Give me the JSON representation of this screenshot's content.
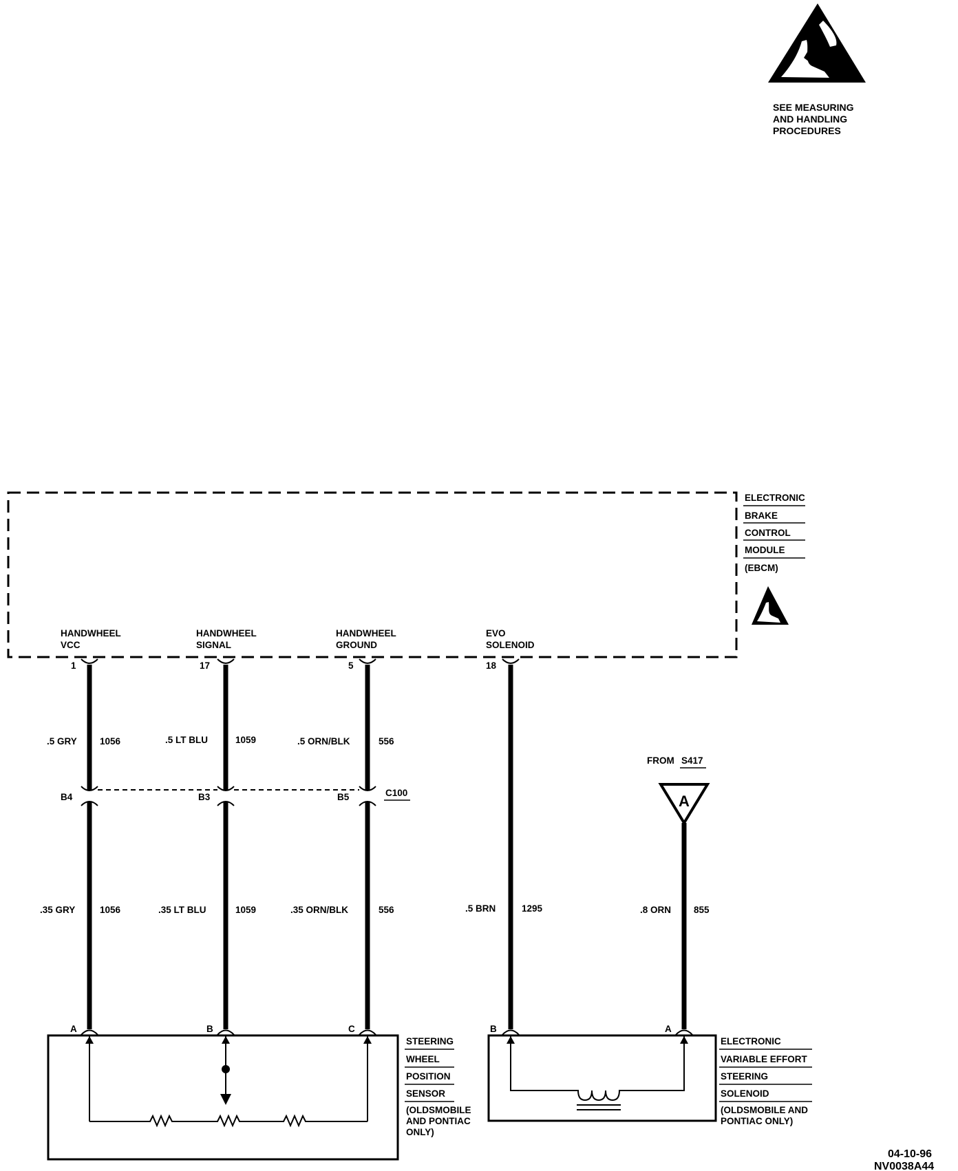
{
  "esd_notice": {
    "lines": [
      "SEE MEASURING",
      "AND HANDLING",
      "PROCEDURES"
    ]
  },
  "ebcm": {
    "name_lines": [
      "ELECTRONIC",
      "BRAKE",
      "CONTROL",
      "MODULE",
      "(EBCM)"
    ],
    "pins": [
      {
        "label_lines": [
          "HANDWHEEL",
          "VCC"
        ],
        "pin": "1"
      },
      {
        "label_lines": [
          "HANDWHEEL",
          "SIGNAL"
        ],
        "pin": "17"
      },
      {
        "label_lines": [
          "HANDWHEEL",
          "GROUND"
        ],
        "pin": "5"
      },
      {
        "label_lines": [
          "EVO",
          "SOLENOID"
        ],
        "pin": "18"
      }
    ]
  },
  "upper_wires": [
    {
      "color": ".5 GRY",
      "circuit": "1056"
    },
    {
      "color": ".5 LT BLU",
      "circuit": "1059"
    },
    {
      "color": ".5 ORN/BLK",
      "circuit": "556"
    }
  ],
  "connector_c100": {
    "name": "C100",
    "pins": [
      "B4",
      "B3",
      "B5"
    ]
  },
  "lower_wires": [
    {
      "color": ".35 GRY",
      "circuit": "1056"
    },
    {
      "color": ".35 LT BLU",
      "circuit": "1059"
    },
    {
      "color": ".35 ORN/BLK",
      "circuit": "556"
    },
    {
      "color": ".5 BRN",
      "circuit": "1295"
    },
    {
      "color": ".8 ORN",
      "circuit": "855"
    }
  ],
  "source": {
    "prefix": "FROM",
    "splice": "S417",
    "symbol": "A"
  },
  "sensor": {
    "name_lines": [
      "STEERING",
      "WHEEL",
      "POSITION",
      "SENSOR",
      "(OLDSMOBILE",
      "AND PONTIAC",
      "ONLY)"
    ],
    "pins": [
      "A",
      "B",
      "C"
    ]
  },
  "solenoid": {
    "name_lines": [
      "ELECTRONIC",
      "VARIABLE EFFORT",
      "STEERING",
      "SOLENOID",
      "(OLDSMOBILE AND",
      "PONTIAC ONLY)"
    ],
    "pins": [
      "B",
      "A"
    ]
  },
  "footer": {
    "date": "04-10-96",
    "code": "NV0038A44"
  }
}
